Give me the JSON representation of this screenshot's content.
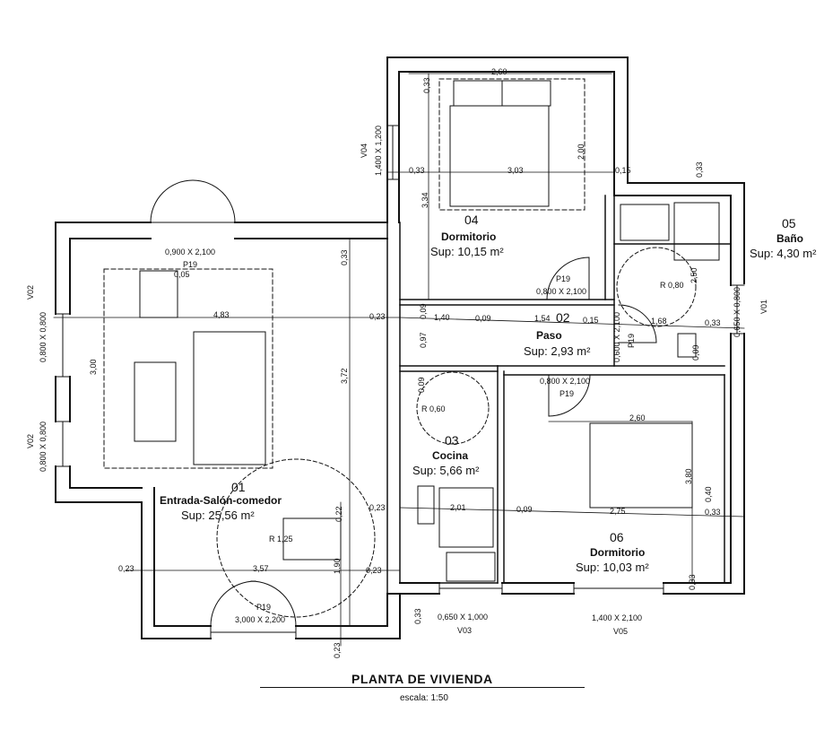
{
  "rooms": [
    {
      "number": "01",
      "name": "Entrada-Salón-comedor",
      "area": "Sup: 25,56 m²"
    },
    {
      "number": "02",
      "name": "Paso",
      "area": "Sup: 2,93 m²"
    },
    {
      "number": "03",
      "name": "Cocina",
      "area": "Sup: 5,66 m²"
    },
    {
      "number": "04",
      "name": "Dormitorio",
      "area": "Sup: 10,15 m²"
    },
    {
      "number": "05",
      "name": "Baño",
      "area": "Sup: 4,30 m²"
    },
    {
      "number": "06",
      "name": "Dormitorio",
      "area": "Sup: 10,03 m²"
    }
  ],
  "dimensions": {
    "d_2_60_top": "2,60",
    "d_3_03": "3,03",
    "d_2_00": "2,00",
    "d_0_33_a": "0,33",
    "d_0_33_b": "0,33",
    "d_0_15": "0,15",
    "d_3_34": "3,34",
    "d_0_33_c": "0,33",
    "d_4_83": "4,83",
    "d_0_23_a": "0,23",
    "d_0_09_a": "0,09",
    "d_1_40": "1,40",
    "d_0_09_b": "0,09",
    "d_1_54": "1,54",
    "d_0_15_b": "0,15",
    "d_1_68": "1,68",
    "d_0_33_d": "0,33",
    "d_3_00": "3,00",
    "d_3_72": "3,72",
    "d_0_97": "0,97",
    "d_0_09_c": "0,09",
    "d_2_60_b": "2,60",
    "d_2_01": "2,01",
    "d_0_09_d": "0,09",
    "d_2_75": "2,75",
    "d_0_33_e": "0,33",
    "d_3_80": "3,80",
    "d_0_40": "0,40",
    "d_0_23_b": "0,23",
    "d_0_23_c": "0,23",
    "d_3_57": "3,57",
    "d_1_90": "1,90",
    "d_0_22": "0,22",
    "d_0_23_d": "0,23",
    "d_0_33_f": "0,33",
    "d_0_23_e": "0,23",
    "d_0_33_g": "0,33",
    "d_2_50": "2,50",
    "d_0_09_e": "0,09",
    "d_0_05": "0,05",
    "d_0_33_h": "0,33"
  },
  "openings": {
    "door_salon": "0,900 X 2,100",
    "p19_salon": "P19",
    "door_dorm04": "0,800 X 2,100",
    "p19_dorm04": "P19",
    "door_cocina": "0,800 X 2,100",
    "p19_cocina": "P19",
    "door_bano": "0,600 X 2,100",
    "p19_bano": "P19",
    "window_v04": "1,400 X 1,200",
    "v04": "V04",
    "window_v02_a": "0,800 X 0,800",
    "v02_a": "V02",
    "window_v02_b": "0,800 X 0,800",
    "v02_b": "V02",
    "window_v01": "0,650 X 0,800",
    "v01": "V01",
    "window_v03": "0,650 X 1,000",
    "v03": "V03",
    "window_v05": "1,400 X 2,100",
    "v05": "V05",
    "door_entrada": "3,000 X 2,200",
    "p19_entrada": "P19",
    "r_bano": "R 0,80",
    "r_cocina": "R 0,60",
    "r_salon": "R 1,25"
  },
  "title": "PLANTA DE VIVIENDA",
  "scale": "escala: 1:50"
}
